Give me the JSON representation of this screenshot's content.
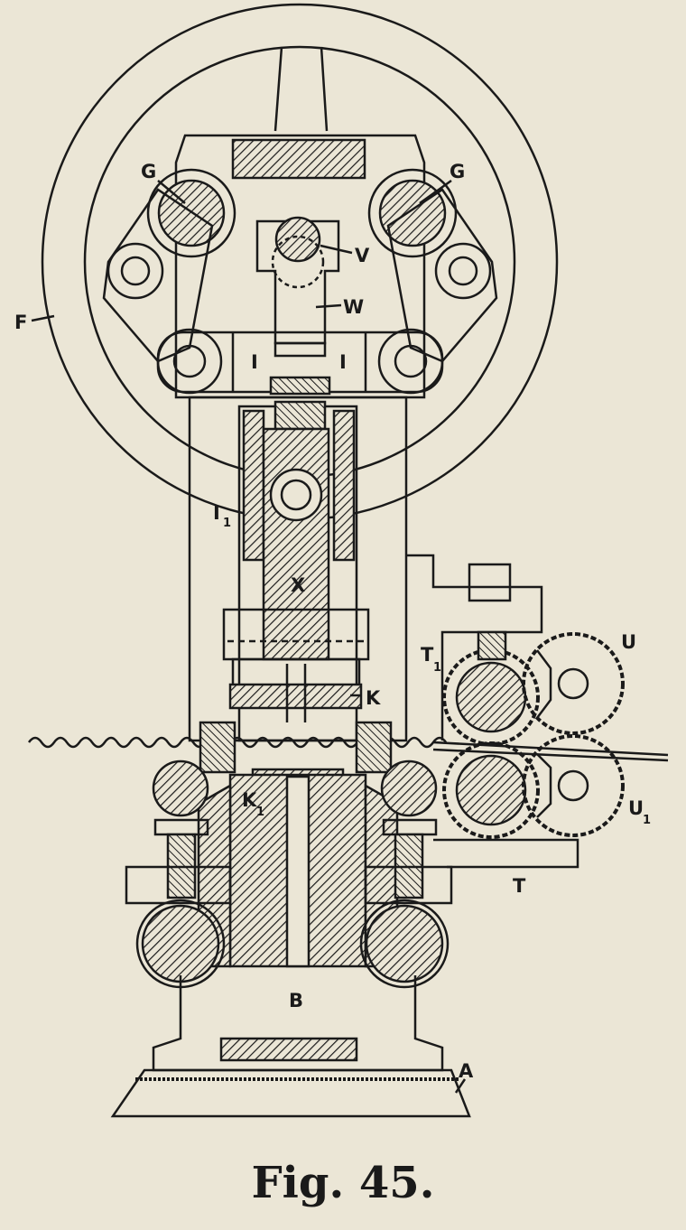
{
  "figure": {
    "caption": "Fig. 45.",
    "labels": {
      "G_left": "G",
      "G_right": "G",
      "V": "V",
      "W": "W",
      "F": "F",
      "I_left": "I",
      "I_right": "I",
      "I1": "I",
      "I1_sub": "1",
      "X": "X",
      "T1": "T",
      "T1_sub": "1",
      "U": "U",
      "K": "K",
      "K1": "K",
      "K1_sub": "1",
      "U1": "U",
      "U1_sub": "1",
      "T": "T",
      "B": "B",
      "A": "A"
    }
  }
}
